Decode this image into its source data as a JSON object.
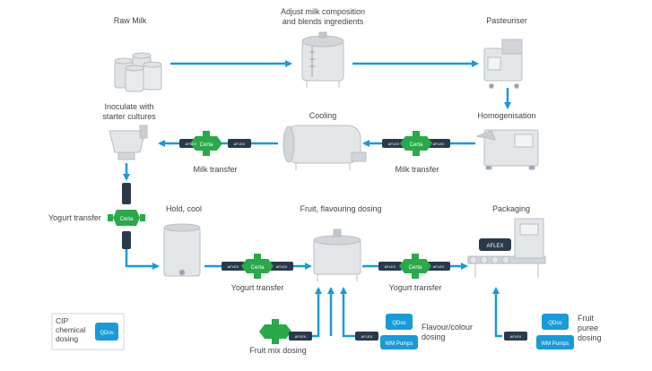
{
  "labels": {
    "raw_milk": "Raw Milk",
    "adjust": "Adjust milk composition\nand blends ingredients",
    "pasteuriser": "Pasteuriser",
    "inoculate": "Inoculate with\nstarter cultures",
    "cooling": "Cooling",
    "homogenisation": "Homogenisation",
    "milk_transfer_left": "Milk transfer",
    "milk_transfer_right": "Milk transfer",
    "yogurt_transfer_left": "Yogurt transfer",
    "hold_cool": "Hold, cool",
    "fruit_flavouring": "Fruit, flavouring dosing",
    "packaging": "Packaging",
    "yogurt_transfer_mid1": "Yogurt transfer",
    "yogurt_transfer_mid2": "Yogurt transfer",
    "cip": "CIP\nchemical\ndosing",
    "fruit_mix": "Fruit mix dosing",
    "flavour_colour": "Flavour/colour\ndosing",
    "fruit_puree": "Fruit\npuree\ndosing"
  },
  "badges": {
    "certa": "Certa",
    "aflex": "AFLEX",
    "qdos": "QDos",
    "wm_pumps": "WM Pumps"
  },
  "colors": {
    "arrow": "#1a9ad6",
    "pump_green": "#2aa84a",
    "hose_dark": "#2b3a4a",
    "equipment_grey": "#d6d9dc",
    "label_text": "#444444"
  }
}
